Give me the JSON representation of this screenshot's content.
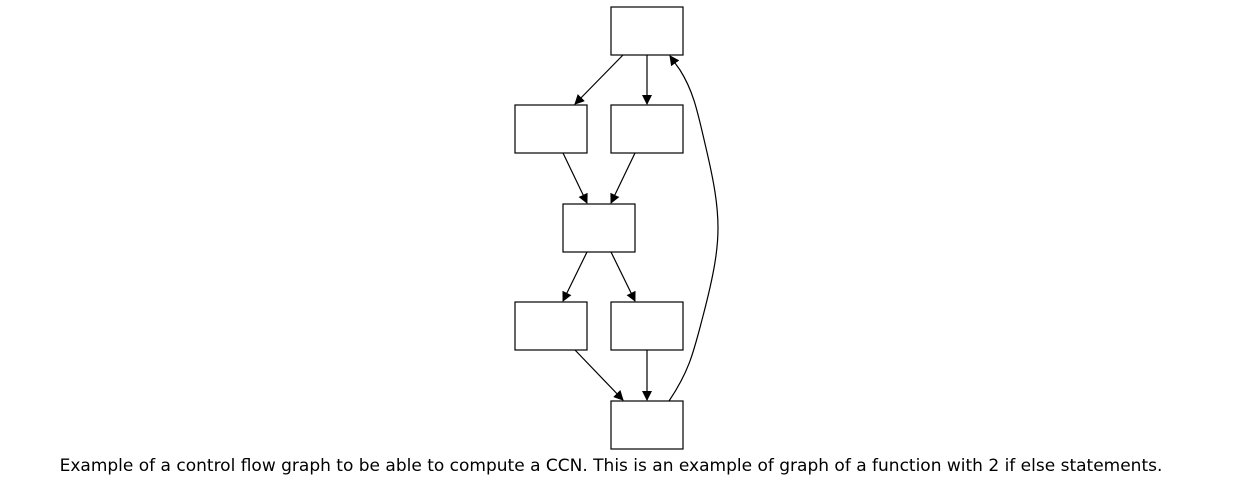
{
  "caption": "Example of a control flow graph to be able to compute a CCN. This is an example of graph of a function with 2 if else statements.",
  "colors": {
    "stroke": "#000000",
    "node_fill": "#ffffff",
    "background": "#ffffff"
  },
  "graph": {
    "nodes": [
      {
        "id": "entry"
      },
      {
        "id": "if1-then"
      },
      {
        "id": "if1-else"
      },
      {
        "id": "join1"
      },
      {
        "id": "if2-then"
      },
      {
        "id": "if2-else"
      },
      {
        "id": "exit"
      }
    ],
    "edges": [
      {
        "from": "entry",
        "to": "if1-then"
      },
      {
        "from": "entry",
        "to": "if1-else"
      },
      {
        "from": "if1-then",
        "to": "join1"
      },
      {
        "from": "if1-else",
        "to": "join1"
      },
      {
        "from": "join1",
        "to": "if2-then"
      },
      {
        "from": "join1",
        "to": "if2-else"
      },
      {
        "from": "if2-then",
        "to": "exit"
      },
      {
        "from": "if2-else",
        "to": "exit"
      },
      {
        "from": "exit",
        "to": "entry"
      }
    ]
  }
}
